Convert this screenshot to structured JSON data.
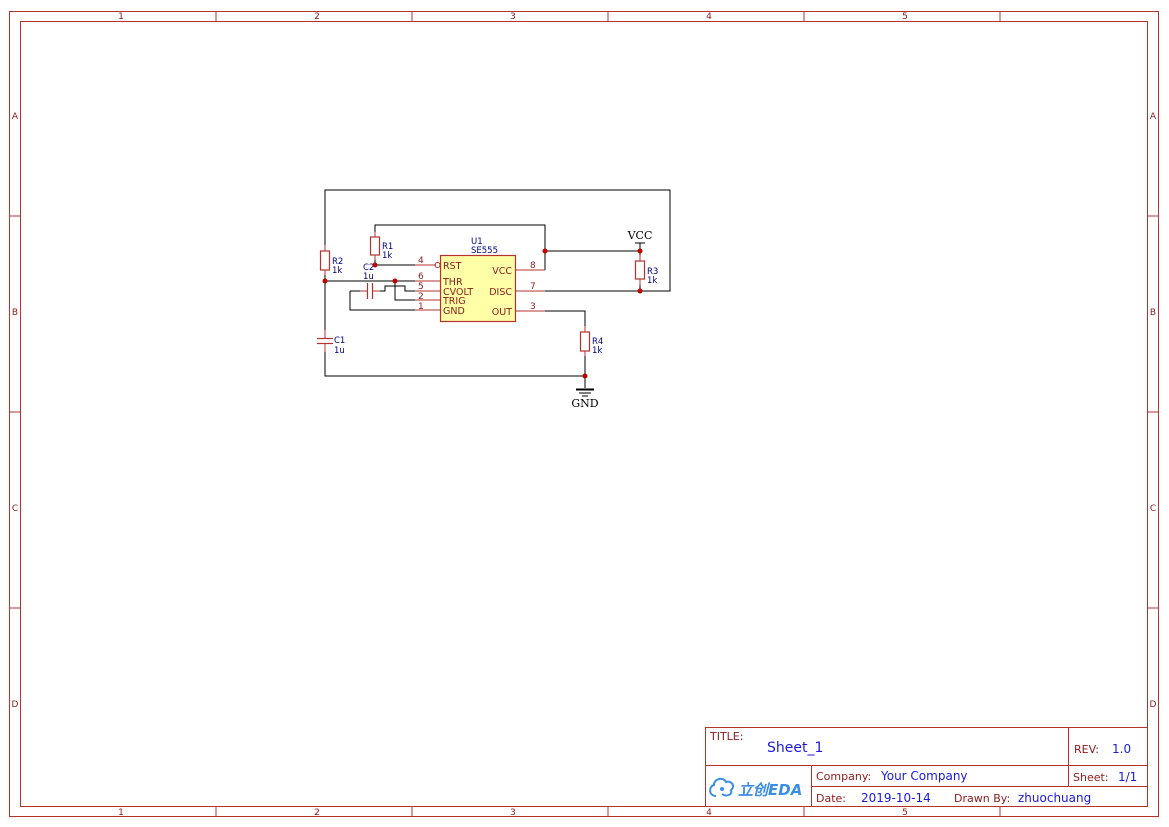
{
  "frame": {
    "columns": [
      "1",
      "2",
      "3",
      "4",
      "5"
    ],
    "rows": [
      "A",
      "B",
      "C",
      "D"
    ]
  },
  "schematic": {
    "u1": {
      "ref": "U1",
      "value": "SE555",
      "pins_left": [
        {
          "num": "4",
          "name": "RST"
        },
        {
          "num": "6",
          "name": "THR"
        },
        {
          "num": "5",
          "name": "CVOLT"
        },
        {
          "num": "2",
          "name": "TRIG"
        },
        {
          "num": "1",
          "name": "GND"
        }
      ],
      "pins_right": [
        {
          "num": "8",
          "name": "VCC"
        },
        {
          "num": "7",
          "name": "DISC"
        },
        {
          "num": "3",
          "name": "OUT"
        }
      ]
    },
    "r1": {
      "ref": "R1",
      "value": "1k"
    },
    "r2": {
      "ref": "R2",
      "value": "1k"
    },
    "r3": {
      "ref": "R3",
      "value": "1k"
    },
    "r4": {
      "ref": "R4",
      "value": "1k"
    },
    "c1": {
      "ref": "C1",
      "value": "1u"
    },
    "c2": {
      "ref": "C2",
      "value": "1u"
    },
    "vcc_label": "VCC",
    "gnd_label": "GND"
  },
  "title_block": {
    "title_label": "TITLE:",
    "title_value": "Sheet_1",
    "rev_label": "REV:",
    "rev_value": "1.0",
    "company_label": "Company:",
    "company_value": "Your Company",
    "sheet_label": "Sheet:",
    "sheet_value": "1/1",
    "date_label": "Date:",
    "date_value": "2019-10-14",
    "drawn_by_label": "Drawn By:",
    "drawn_by_value": "zhuochuang",
    "logo_text": "立创EDA"
  },
  "colors": {
    "frame": "#b5322d",
    "component": "#b5322d",
    "ic_fill": "#ffffa8",
    "wire": "#000000",
    "junction": "#c00000",
    "designator": "#000080",
    "title_value": "#1a1adc",
    "logo": "#3a8ee6"
  }
}
